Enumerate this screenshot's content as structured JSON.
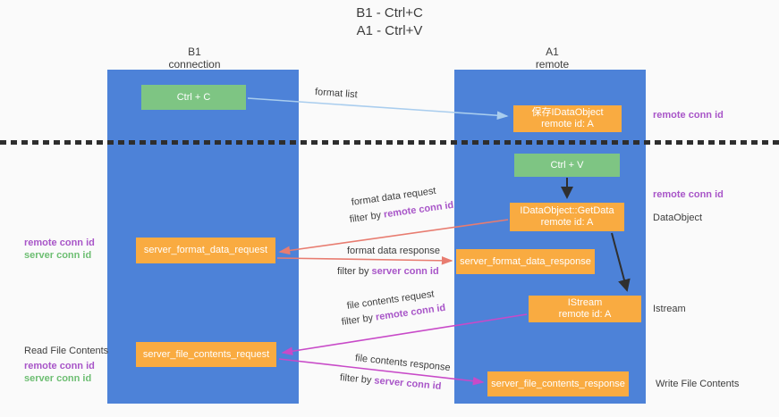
{
  "title": {
    "line1": "B1 - Ctrl+C",
    "line2": "A1 - Ctrl+V"
  },
  "lifelines": {
    "left": {
      "name": "B1",
      "role": "connection"
    },
    "right": {
      "name": "A1",
      "role": "remote"
    }
  },
  "nodes": {
    "ctrl_c": {
      "label": "Ctrl + C"
    },
    "ctrl_v": {
      "label": "Ctrl + V"
    },
    "save_idataobject": {
      "line1": "保存IDataObject",
      "line2": "remote id: A"
    },
    "idataobject_getdata": {
      "line1": "IDataObject::GetData",
      "line2": "remote id: A"
    },
    "istream": {
      "line1": "IStream",
      "line2": "remote id: A"
    },
    "server_format_data_request": {
      "label": "server_format_data_request"
    },
    "server_format_data_response": {
      "label": "server_format_data_response"
    },
    "server_file_contents_request": {
      "label": "server_file_contents_request"
    },
    "server_file_contents_response": {
      "label": "server_file_contents_response"
    }
  },
  "arrow_labels": {
    "format_list": "format list",
    "format_data_request": "format data request",
    "format_data_response": "format data response",
    "file_contents_request": "file contents request",
    "file_contents_response": "file contents response",
    "filter_by": "filter by ",
    "remote_conn_id": "remote conn id",
    "server_conn_id": "server conn id"
  },
  "side_labels": {
    "remote_conn_id": "remote conn id",
    "server_conn_id": "server conn id",
    "dataobject": "DataObject",
    "istream": "Istream",
    "read_file_contents": "Read File Contents",
    "write_file_contents": "Write File Contents"
  },
  "colors": {
    "column_fill": "#4d82d8",
    "node_orange": "#f9ab41",
    "node_green": "#7ec583",
    "arrow_blue": "#a9cdee",
    "arrow_salmon": "#e87c70",
    "arrow_magenta": "#c84ac8",
    "arrow_black": "#2f2f2f",
    "remote_conn_id_text": "#a855c8",
    "server_conn_id_text": "#6dbe72",
    "text": "#3d3d3d",
    "background": "#fafafa"
  }
}
